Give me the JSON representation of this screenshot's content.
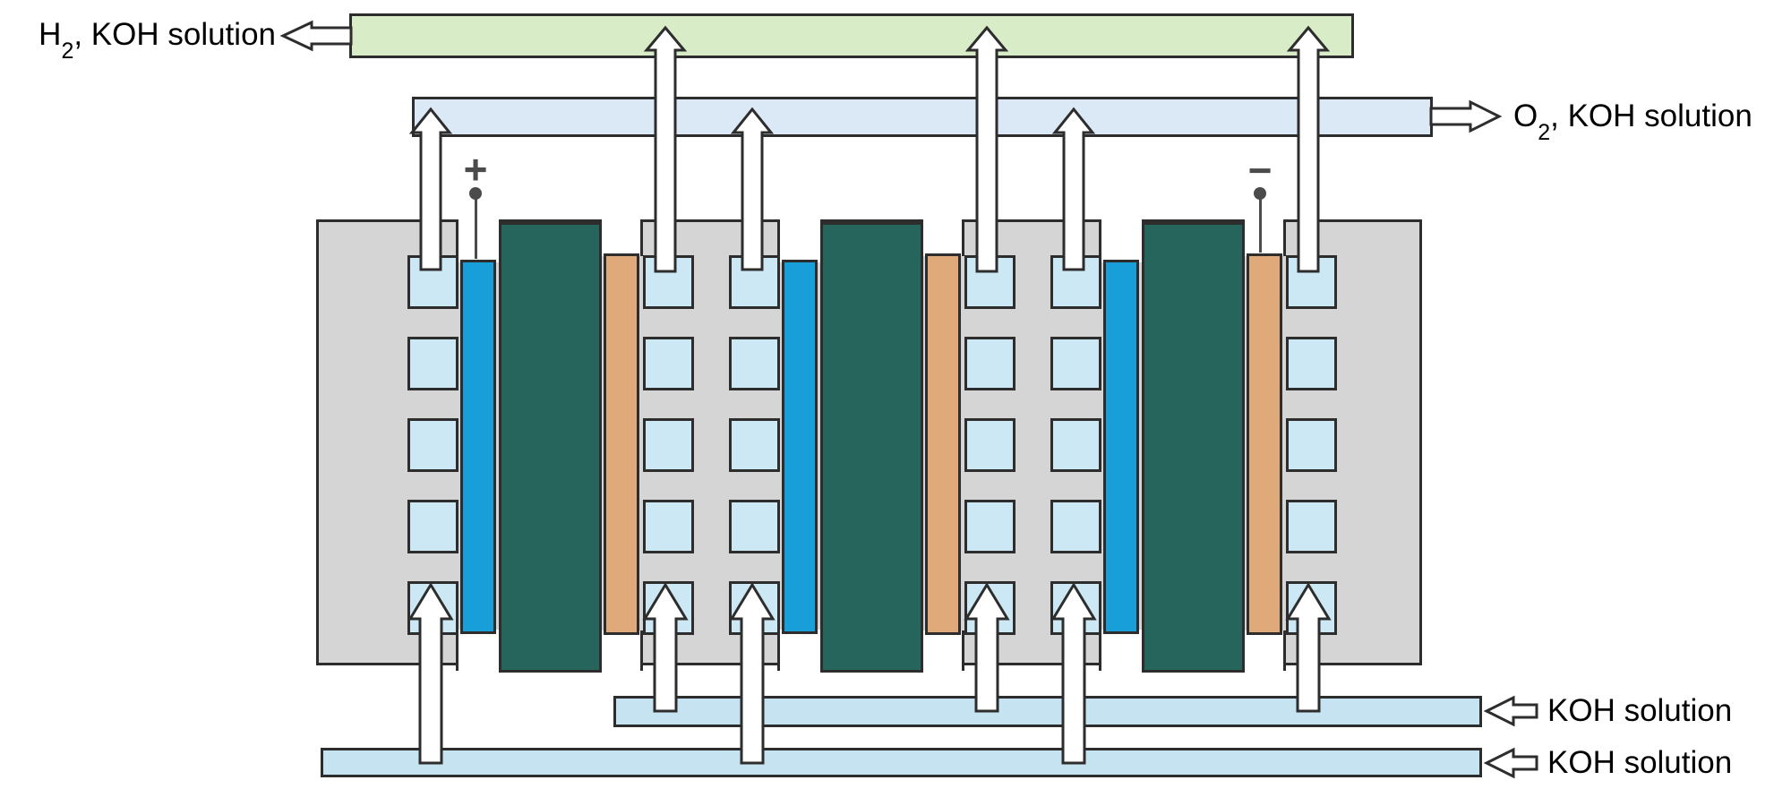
{
  "labels": {
    "h2_out": {
      "el": "H",
      "sub": "2",
      "rest": ", KOH solution"
    },
    "o2_out": {
      "el": "O",
      "sub": "2",
      "rest": ", KOH solution"
    },
    "koh_in_upper": "KOH solution",
    "koh_in_lower": "KOH solution"
  },
  "terminals": {
    "positive": "+",
    "negative": "−"
  },
  "structure": {
    "cell_count": 3,
    "channel_rows_per_column": 5,
    "channel_columns_per_cell": 2
  },
  "colors": {
    "h2_bar": "#d8ecc8",
    "o2_bar": "#dbe8f6",
    "koh_bar": "#c6e3f1",
    "frame_gray": "#d5d5d5",
    "channel_blue": "#cde8f5",
    "anode_blue": "#189ed9",
    "plate_teal": "#26655c",
    "cathode_orange": "#e0a979",
    "outline": "#2d2d2d",
    "terminal_gray": "#4b4b4b",
    "arrow_fill": "#ffffff",
    "text": "#000000",
    "background": "#ffffff"
  }
}
